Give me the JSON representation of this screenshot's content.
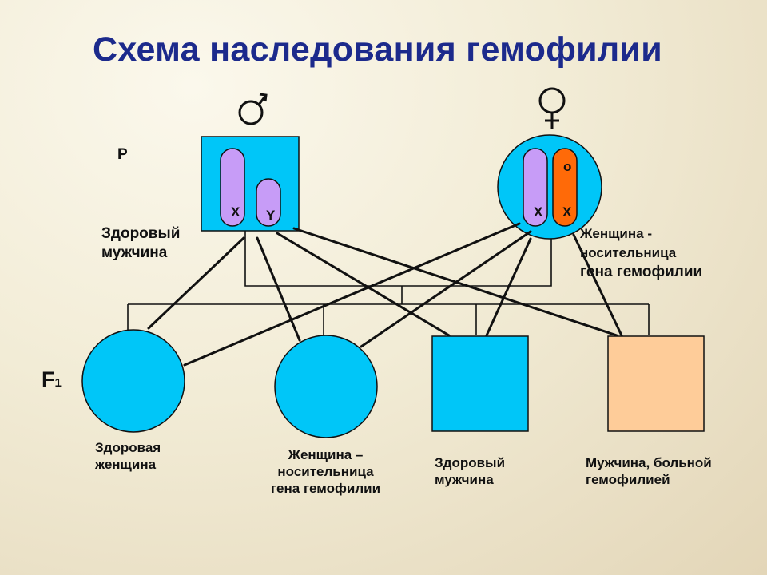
{
  "title": "Схема наследования гемофилии",
  "generation_parent": "P",
  "generation_f1": "F",
  "generation_f1_sub": "1",
  "parents": {
    "father": {
      "symbol": "male-symbol",
      "chromosome_x": "X",
      "chromosome_y": "Y",
      "label_line1": "Здоровый",
      "label_line2": "мужчина"
    },
    "mother": {
      "symbol": "female-symbol",
      "chromosome_x1": "X",
      "chromosome_x2": "X",
      "gene_mark": "о",
      "label_line1": "Женщина -",
      "label_line2": "носительница",
      "label_line3": "гена  гемофилии"
    }
  },
  "offspring": [
    {
      "label_line1": "Здоровая",
      "label_line2": "женщина"
    },
    {
      "label_line1": "Женщина –",
      "label_line2": "носительница",
      "label_line3": "гена  гемофилии"
    },
    {
      "label_line1": "Здоровый",
      "label_line2": "мужчина"
    },
    {
      "label_line1": "Мужчина, больной",
      "label_line2": "гемофилией"
    }
  ],
  "colors": {
    "title": "#1c2a8c",
    "cyan": "#00c6f8",
    "violet": "#c79cf7",
    "orange": "#ff6a08",
    "peach": "#fecc99"
  }
}
